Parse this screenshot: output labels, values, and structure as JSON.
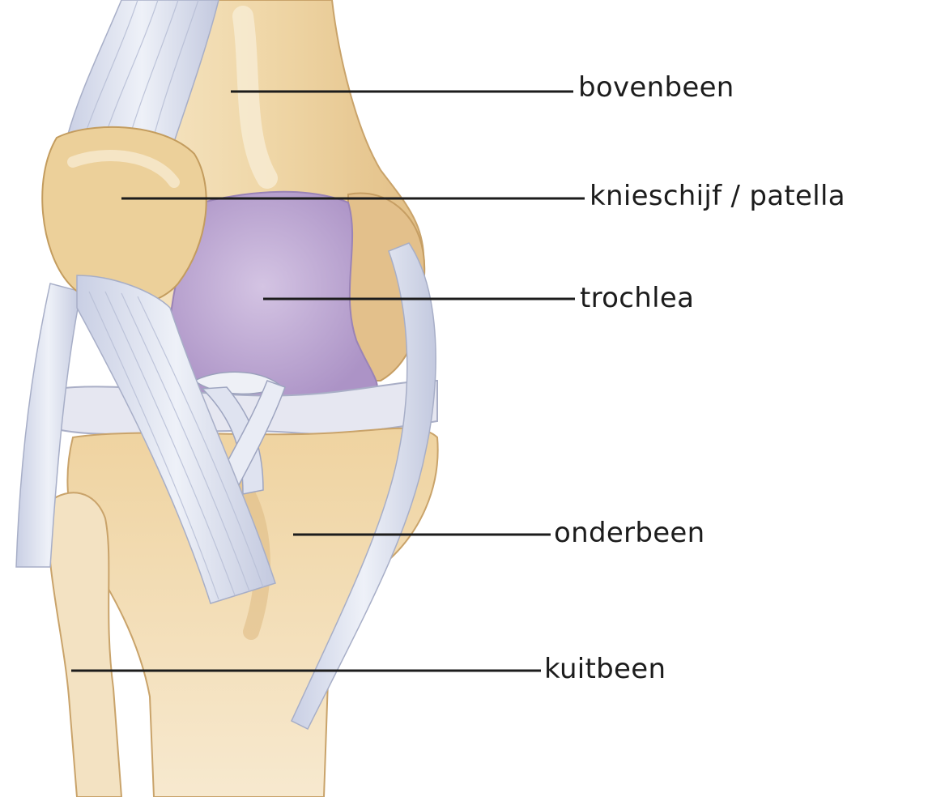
{
  "diagram": {
    "colors": {
      "background": "#ffffff",
      "bone": "#efd7a8",
      "bone_shadow": "#dcb67e",
      "cartilage": "#c7b3d8",
      "ligament": "#dfe4f1",
      "ligament_stroke": "#aeb5cc",
      "leader_line": "#1c1c1c"
    },
    "labels": [
      {
        "id": "bovenbeen",
        "text": "bovenbeen"
      },
      {
        "id": "knieschijf",
        "text": "knieschijf / patella"
      },
      {
        "id": "trochlea",
        "text": "trochlea"
      },
      {
        "id": "onderbeen",
        "text": "onderbeen"
      },
      {
        "id": "kuitbeen",
        "text": "kuitbeen"
      }
    ]
  }
}
